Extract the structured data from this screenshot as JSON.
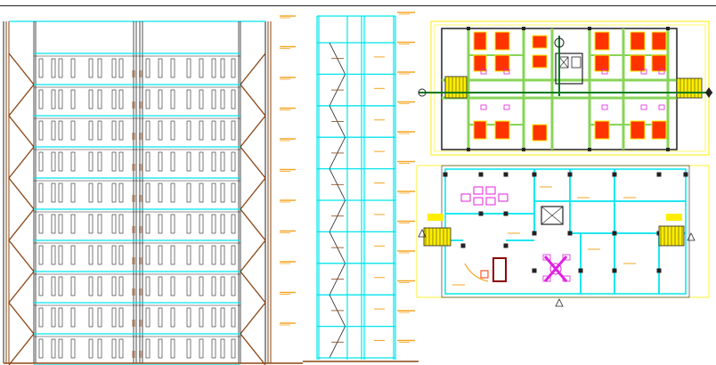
{
  "drawing": {
    "panels": [
      {
        "id": "front-elevation",
        "floors": 10
      },
      {
        "id": "section",
        "floors": 10
      },
      {
        "id": "typical-floor-plan"
      },
      {
        "id": "ground-floor-plan"
      }
    ]
  },
  "colors": {
    "cyan_lines": "#00e5ee",
    "brown_lines": "#8b4513",
    "dark_lines": "#222222",
    "orange_labels": "#f5a623",
    "green_plan": "#88d458",
    "green_axis": "#007a1e",
    "red_fixtures": "#ff3300",
    "yellow_fill": "#ffee00",
    "magenta_furniture": "#e020e0",
    "red_text": "#cc0000"
  }
}
